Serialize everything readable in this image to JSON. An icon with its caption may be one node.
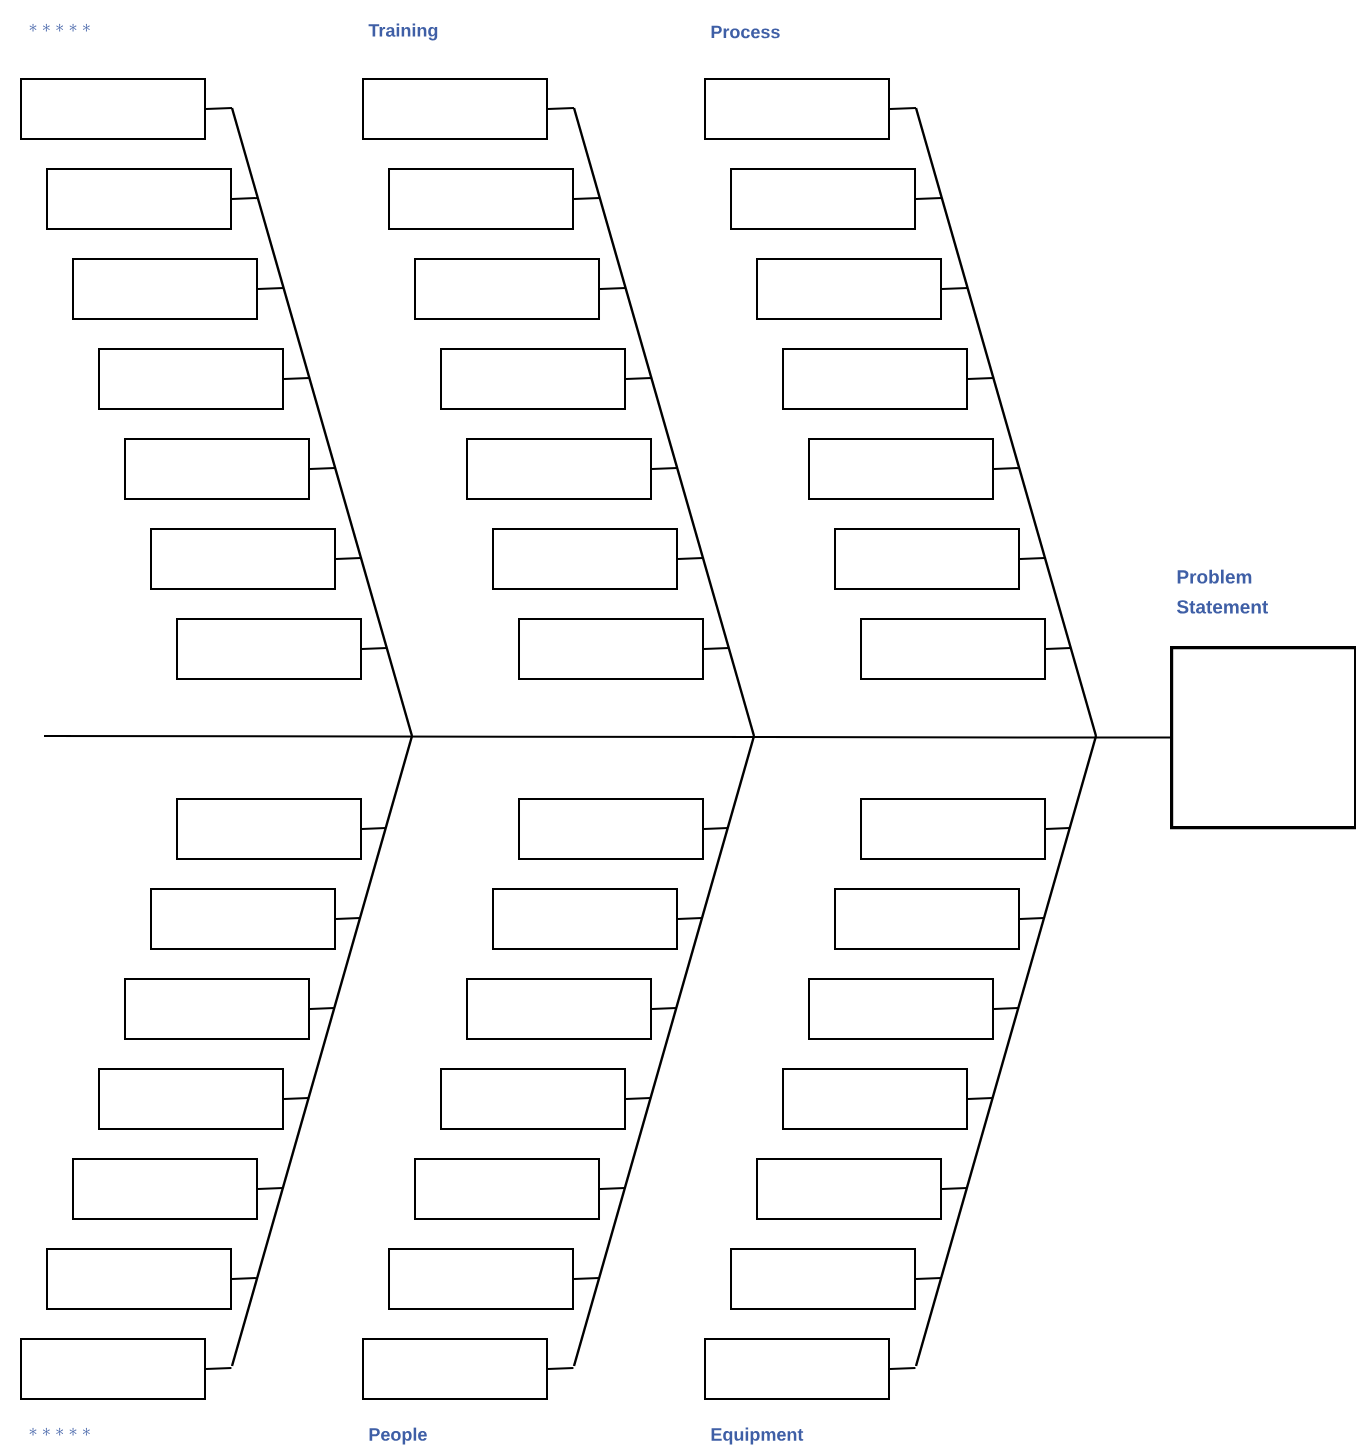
{
  "diagram": {
    "nodes": [
      {
        "text": [
          "Problem Statement"
        ]
      },
      {
        "text": [],
        "shape": "box"
      },
      {
        "text": [],
        "shape": "box"
      },
      {
        "text": [],
        "shape": "box"
      },
      {
        "text": [],
        "shape": "box"
      },
      {
        "text": [],
        "shape": "box"
      },
      {
        "text": [],
        "shape": "box"
      },
      {
        "text": [],
        "shape": "box"
      },
      {
        "text": [],
        "shape": "box"
      },
      {
        "text": [],
        "shape": "box"
      },
      {
        "text": [],
        "shape": "box"
      },
      {
        "text": [],
        "shape": "box"
      },
      {
        "text": [],
        "shape": "box"
      },
      {
        "text": [],
        "shape": "box"
      },
      {
        "text": [],
        "shape": "box"
      },
      {
        "text": [],
        "shape": "box"
      },
      {
        "text": [],
        "shape": "box"
      },
      {
        "text": [],
        "shape": "box"
      },
      {
        "text": [],
        "shape": "box"
      },
      {
        "text": [],
        "shape": "box"
      },
      {
        "text": [],
        "shape": "box"
      },
      {
        "text": [],
        "shape": "box"
      },
      {
        "text": [],
        "shape": "box"
      },
      {
        "text": [],
        "shape": "box"
      },
      {
        "text": [],
        "shape": "box"
      },
      {
        "text": [],
        "shape": "box"
      },
      {
        "text": [],
        "shape": "box"
      },
      {
        "text": [],
        "shape": "box"
      },
      {
        "text": [],
        "shape": "box"
      },
      {
        "text": [],
        "shape": "box"
      },
      {
        "text": [],
        "shape": "box"
      },
      {
        "text": [],
        "shape": "box"
      },
      {
        "text": [],
        "shape": "box"
      },
      {
        "text": [],
        "shape": "box"
      },
      {
        "text": [],
        "shape": "box"
      },
      {
        "text": [],
        "shape": "box"
      },
      {
        "text": [],
        "shape": "box"
      },
      {
        "text": [],
        "shape": "box"
      },
      {
        "text": [],
        "shape": "box"
      },
      {
        "text": [],
        "shape": "box"
      },
      {
        "text": [],
        "shape": "box"
      },
      {
        "text": [],
        "shape": "box"
      },
      {
        "text": [],
        "shape": "box"
      }
    ],
    "edges": [
      {
        "from": 1,
        "to": null,
        "arrow": "none"
      },
      {
        "from": 2,
        "to": null,
        "arrow": "none"
      },
      {
        "from": 3,
        "to": null,
        "arrow": "none"
      },
      {
        "from": 4,
        "to": null,
        "arrow": "none"
      },
      {
        "from": 5,
        "to": null,
        "arrow": "none"
      },
      {
        "from": 6,
        "to": null,
        "arrow": "none"
      },
      {
        "from": 7,
        "to": null,
        "arrow": "none"
      },
      {
        "from": 8,
        "to": null,
        "arrow": "none"
      },
      {
        "from": 9,
        "to": null,
        "arrow": "none"
      },
      {
        "from": 10,
        "to": null,
        "arrow": "none"
      },
      {
        "from": 11,
        "to": null,
        "arrow": "none"
      },
      {
        "from": 12,
        "to": null,
        "arrow": "none"
      },
      {
        "from": 13,
        "to": null,
        "arrow": "none"
      },
      {
        "from": 14,
        "to": null,
        "arrow": "none"
      },
      {
        "from": 15,
        "to": null,
        "arrow": "none"
      },
      {
        "from": 16,
        "to": null,
        "arrow": "none"
      },
      {
        "from": 17,
        "to": null,
        "arrow": "none"
      },
      {
        "from": 18,
        "to": null,
        "arrow": "none"
      },
      {
        "from": 19,
        "to": null,
        "arrow": "none"
      },
      {
        "from": 20,
        "to": null,
        "arrow": "none"
      },
      {
        "from": 21,
        "to": null,
        "arrow": "none"
      },
      {
        "from": 22,
        "to": null,
        "arrow": "none"
      },
      {
        "from": 23,
        "to": null,
        "arrow": "none"
      },
      {
        "from": 24,
        "to": null,
        "arrow": "none"
      },
      {
        "from": 25,
        "to": null,
        "arrow": "none"
      },
      {
        "from": 26,
        "to": null,
        "arrow": "none"
      },
      {
        "from": 27,
        "to": null,
        "arrow": "none"
      },
      {
        "from": 28,
        "to": null,
        "arrow": "none"
      },
      {
        "from": 29,
        "to": null,
        "arrow": "none"
      },
      {
        "from": 30,
        "to": null,
        "arrow": "none"
      },
      {
        "from": 31,
        "to": null,
        "arrow": "none"
      },
      {
        "from": 32,
        "to": null,
        "arrow": "none"
      },
      {
        "from": 33,
        "to": null,
        "arrow": "none"
      },
      {
        "from": 34,
        "to": null,
        "arrow": "none"
      },
      {
        "from": 35,
        "to": null,
        "arrow": "none"
      },
      {
        "from": 36,
        "to": null,
        "arrow": "none"
      },
      {
        "from": 37,
        "to": null,
        "arrow": "none"
      },
      {
        "from": 38,
        "to": null,
        "arrow": "none"
      },
      {
        "from": 39,
        "to": null,
        "arrow": "none"
      },
      {
        "from": 40,
        "to": null,
        "arrow": "none"
      },
      {
        "from": 41,
        "to": null,
        "arrow": "none"
      },
      {
        "from": 42,
        "to": null,
        "arrow": "none"
      },
      {
        "from": null,
        "to": 0,
        "arrow": "none"
      }
    ],
    "labels": [
      "*****",
      "Training",
      "Process",
      "*****",
      "People",
      "Equipment"
    ]
  }
}
